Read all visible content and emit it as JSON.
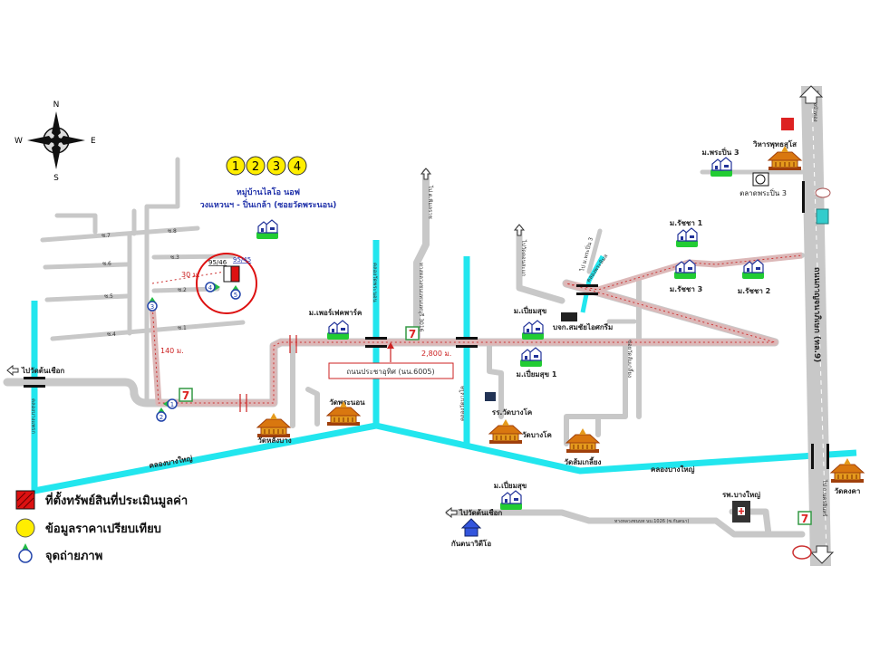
{
  "compass": {
    "n": "N",
    "s": "S",
    "e": "E",
    "w": "W"
  },
  "comparables": [
    "1",
    "2",
    "3",
    "4"
  ],
  "project": {
    "name": "หมู่บ้านไลโอ นอฟ",
    "location": "วงแหวนฯ - ปิ่นเกล้า (ซอยวัดพระนอน)"
  },
  "subject": {
    "left_plot": "95/46",
    "right_plot": "95/45"
  },
  "photo_points": [
    "1",
    "2",
    "3",
    "4",
    "5"
  ],
  "sois": [
    "ซ.1",
    "ซ.2",
    "ซ.3",
    "ซ.4",
    "ซ.5",
    "ซ.6",
    "ซ.7",
    "ซ.8"
  ],
  "distances": {
    "d30": "30 ม.",
    "d140": "140 ม.",
    "d2800": "2,800 ม."
  },
  "roads": {
    "main_road": "ถนนประชาอุทิศ (นน.6005)",
    "to_wat_ton_chueak": "ไปวัดต้นเชือก",
    "to_wat_ton_chueak_2": "ไปวัดต้นเชือก",
    "to_bangbuathong": "ไป ต.พิมลราช",
    "rural_road_3016": "ทางหลวงชนบทนนทบุรี 3016",
    "to_wat_sanae": "ไปวัดตอนสะแก",
    "to_phra_pin": "ไป ม.พระปิ่น 3",
    "wat_som_road": "ซอยวัดส้มเกลี้ยง",
    "highway_9": "ถนนกาญจนาภิเษก (ทล.9)",
    "to_bang_bua_thong": "ไปบางบัวทอง",
    "to_nakhon_in": "ไป ถ.นครอินทร์",
    "rural_road_1026": "ทางหลวงชนบท นบ.1026 (ซ.กันตนา)"
  },
  "canals": {
    "bang_yai_1": "คลองบางใหญ่",
    "bang_yai_2": "คลองบางใหญ่",
    "wat_phra_non": "คลองวัดพระนอน",
    "wat_bang_kho": "คลองวัดบางโค",
    "left_canal": "คลองบางแพรก",
    "right_canal": "คลองพระพิมล"
  },
  "places": {
    "perfect_park": "ม.เพอร์เฟคพาร์ค",
    "piam_suk": "ม.เปี่ยมสุข",
    "piam_suk_1": "ม.เปี่ยมสุข 1",
    "piam_suk_south": "ม.เปี่ยมสุข",
    "ice_cream": "บจก.สมชัยไอศกรีม",
    "phra_pin_3": "ม.พระปิ่น 3",
    "wihan": "วิหารพุทธสุโส",
    "market": "ตลาดพระปิ่น 3",
    "ratcha_1": "ม.รัชชา 1",
    "ratcha_2": "ม.รัชชา 2",
    "ratcha_3": "ม.รัชชา 3",
    "wat_lang_bang": "วัดหลังบาง",
    "wat_phra_non": "วัดพระนอน",
    "school": "รร.วัดบางโค",
    "wat_bang_kho": "วัดบางโค",
    "wat_som_kliang": "วัดส้มเกลี้ยง",
    "wat_khongkha": "วัดคงคา",
    "hospital": "รพ.บางใหญ่",
    "kantana": "กันตนาวิดีโอ"
  },
  "legend": {
    "subject": "ที่ตั้งทรัพย์สินที่ประเมินมูลค่า",
    "comparable": "ข้อมูลราคาเปรียบเทียบ",
    "photo": "จุดถ่ายภาพ"
  },
  "colors": {
    "road": "#c8c8c8",
    "canal": "#22e6ee",
    "route": "#cc3333",
    "comparable": "#ffee00",
    "subject": "#dd1111",
    "photo_blue": "#2244aa",
    "photo_green": "#22bb44"
  }
}
